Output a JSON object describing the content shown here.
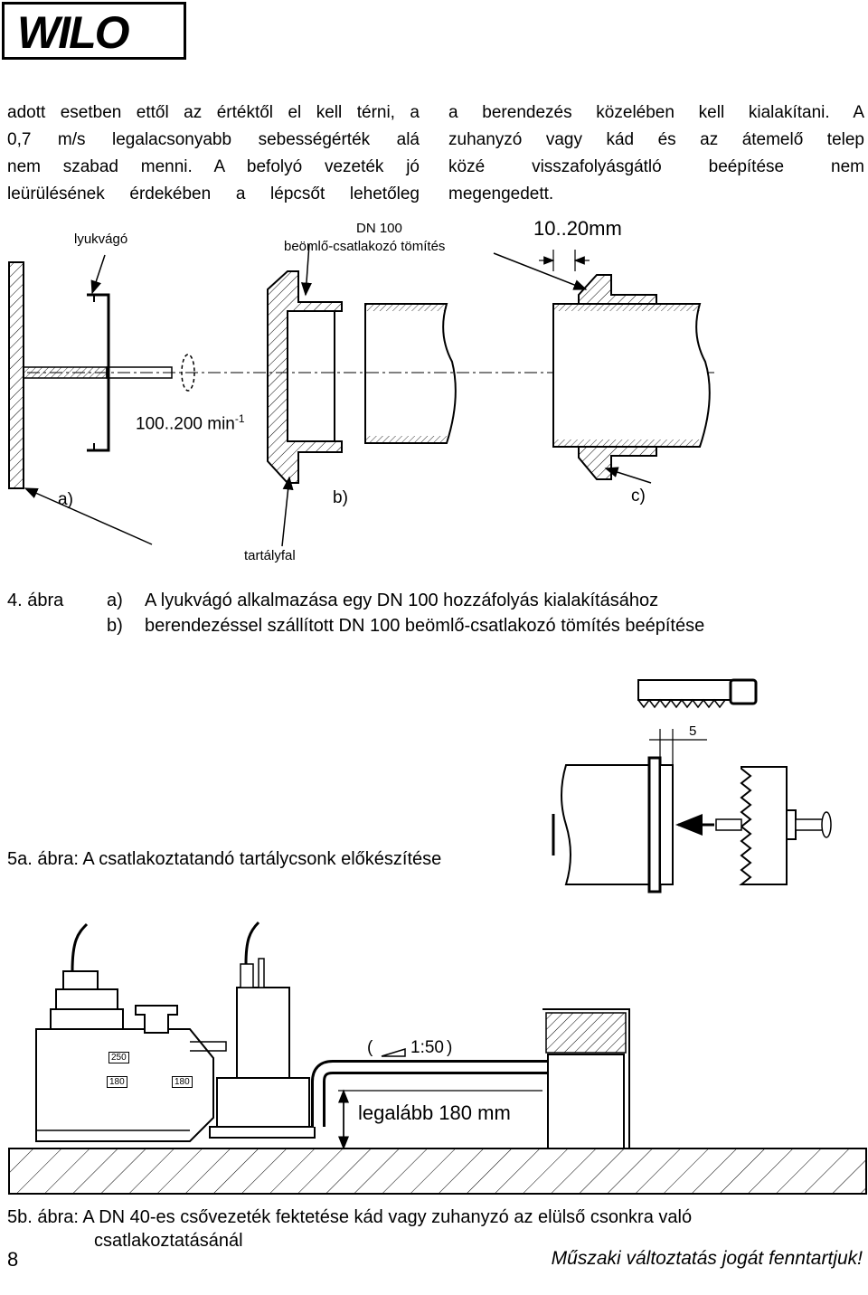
{
  "header": {
    "logo_text": "WILO"
  },
  "intro": {
    "left_lines": [
      "adott esetben ettől az értéktől el kell térni, a",
      "0,7 m/s legalacsonyabb sebességérték alá",
      "nem szabad menni. A befolyó vezeték jó",
      "leürülésének érdekében a lépcsőt lehetőleg"
    ],
    "right_lines": [
      "a berendezés közelében kell kialakítani. A",
      "zuhanyzó vagy kád és az átemelő telep",
      "közé visszafolyásgátló beépítése nem",
      "megengedett."
    ]
  },
  "figure4": {
    "labels": {
      "hole_cutter": "lyukvágó",
      "seal_line1": "DN 100",
      "seal_line2": "beömlő-csatlakozó tömítés",
      "gap": "10..20mm",
      "speed": "100..200 min",
      "speed_exp": "-1",
      "a": "a)",
      "b": "b)",
      "c": "c)",
      "tank_wall": "tartályfal"
    },
    "caption": {
      "number": "4. ábra",
      "items": [
        {
          "key": "a)",
          "text": "A lyukvágó alkalmazása egy DN 100 hozzáfolyás kialakításához"
        },
        {
          "key": "b)",
          "text": "berendezéssel szállított DN 100 beömlő-csatlakozó tömítés beépítése"
        }
      ]
    }
  },
  "figure5a": {
    "dimension": "5",
    "caption": "5a. ábra: A csatlakoztatandó tartálycsonk előkészítése"
  },
  "figure5b": {
    "slope": "1:50",
    "min_height": "legalább 180 mm",
    "marks": [
      "250",
      "180",
      "180"
    ],
    "caption_line1": "5b. ábra: A DN 40-es csővezeték fektetése kád vagy zuhanyzó az elülső csonkra való",
    "caption_line2": "csatlakoztatásánál"
  },
  "footer": {
    "page_number": "8",
    "note": "Műszaki változtatás jogát fenntartjuk!"
  }
}
